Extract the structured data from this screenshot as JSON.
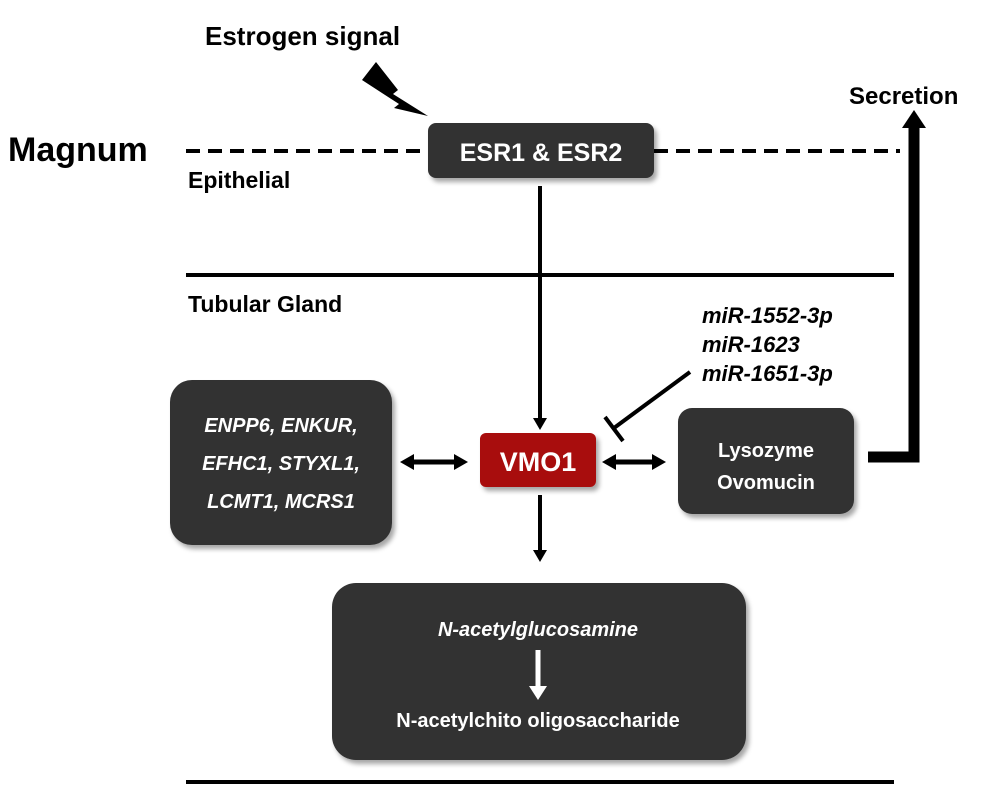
{
  "header": {
    "signal_label": "Estrogen signal",
    "tissue_label": "Magnum",
    "secretion_label": "Secretion"
  },
  "regions": {
    "epithelial": "Epithelial",
    "tubular_gland": "Tubular Gland"
  },
  "nodes": {
    "receptor": "ESR1 & ESR2",
    "vmo1": "VMO1",
    "interacting_genes": [
      "ENPP6, ENKUR,",
      "EFHC1, STYXL1,",
      "LCMT1, MCRS1"
    ],
    "secreted_proteins": [
      "Lysozyme",
      "Ovomucin"
    ],
    "carbohydrate_substrate": "N-acetylglucosamine",
    "carbohydrate_product": "N-acetylchito oligosaccharide"
  },
  "mirnas": [
    "miR-1552-3p",
    "miR-1623",
    "miR-1651-3p"
  ],
  "colors": {
    "box_dark": "#333333",
    "vmo1_red": "#a80f0f",
    "line": "#000000"
  }
}
